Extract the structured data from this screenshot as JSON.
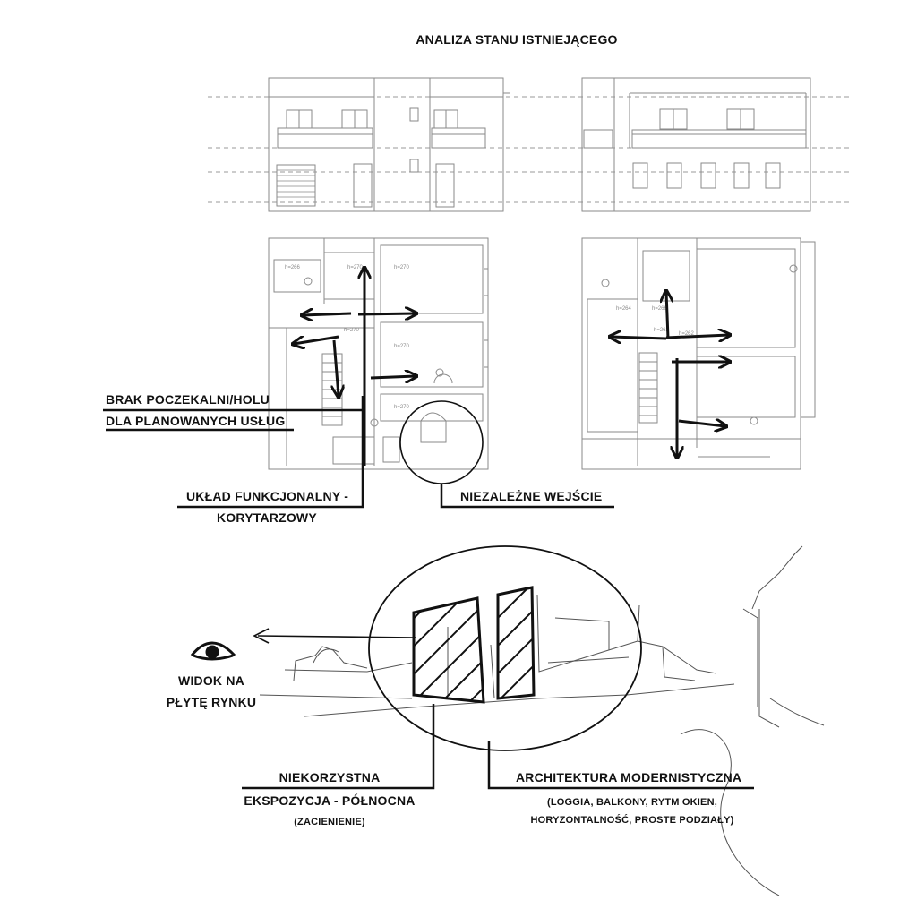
{
  "title": "ANALIZA STANU ISTNIEJĄCEGO",
  "annotations": {
    "brak_line1": "BRAK POCZEKALNI/HOLU",
    "brak_line2": "DLA PLANOWANYCH USŁUG",
    "uklad_line1": "UKŁAD FUNKCJONALNY -",
    "uklad_line2": "KORYTARZOWY",
    "niezalezne": "NIEZALEŻNE  WEJŚCIE",
    "widok_line1": "WIDOK NA",
    "widok_line2": "PŁYTĘ RYNKU",
    "niekorzystna_line1": "NIEKORZYSTNA",
    "niekorzystna_line2": "EKSPOZYCJA - PÓŁNOCNA",
    "niekorzystna_note": "(ZACIENIENIE)",
    "architektura": "ARCHITEKTURA  MODERNISTYCZNA",
    "architektura_note1": "(LOGGIA, BALKONY, RYTM OKIEN,",
    "architektura_note2": "HORYZONTALNOŚĆ, PROSTE PODZIAŁY)"
  },
  "plan_heights": {
    "left": [
      "h=266",
      "h=270",
      "h=270",
      "h=270",
      "h=270",
      "h=270"
    ],
    "right": [
      "h=264",
      "h=266",
      "h=262",
      "h=262"
    ]
  },
  "colors": {
    "ink": "#111111",
    "drawing": "#8a8a8a",
    "guide": "#777777"
  }
}
